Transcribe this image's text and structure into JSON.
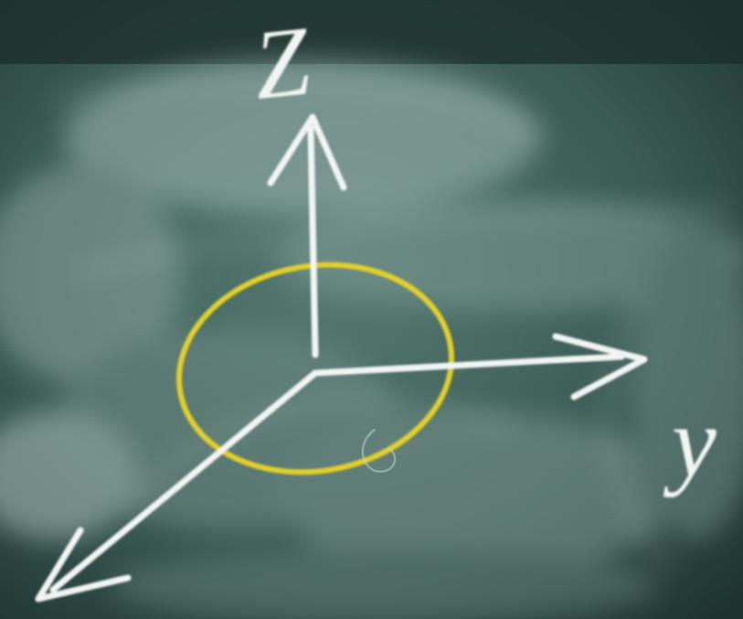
{
  "photo": {
    "subject": "chalkboard-sketch",
    "colors": {
      "board_dark": "#1f3631",
      "board_mid": "#3d5c55",
      "board_light": "#8fa8a2",
      "chalk_white": "#f2f5f3",
      "chalk_yellow": "#e2cf2a"
    }
  },
  "axes": {
    "z_label": "Z",
    "y_label": "y"
  }
}
